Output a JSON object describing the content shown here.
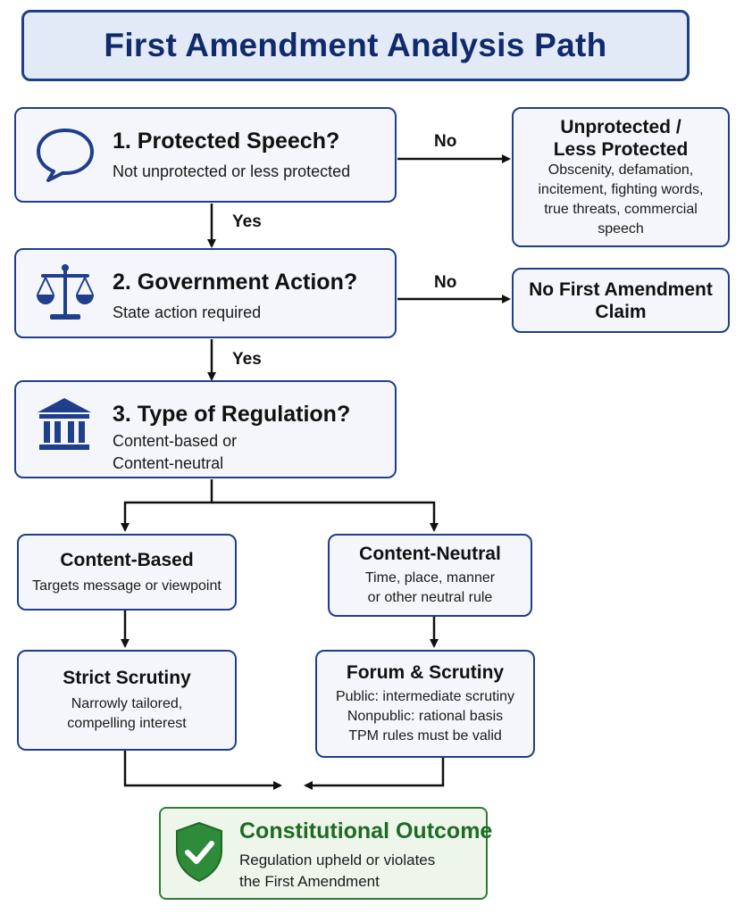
{
  "title": "First Amendment Analysis Path",
  "steps": [
    {
      "title": "1. Protected Speech?",
      "sub1": "Not unprotected or less protected",
      "sub2": ""
    },
    {
      "title": "2. Government Action?",
      "sub1": "State action required",
      "sub2": ""
    },
    {
      "title": "3. Type of Regulation?",
      "sub1": "Content-based or",
      "sub2": "Content-neutral"
    }
  ],
  "side": {
    "unprotected": {
      "title1": "Unprotected /",
      "title2": "Less Protected",
      "lines": [
        "Obscenity, defamation,",
        "incitement, fighting words,",
        "true threats, commercial",
        "speech"
      ]
    },
    "no_claim": {
      "title1": "No First Amendment",
      "title2": "Claim"
    }
  },
  "branches": {
    "content_based": {
      "title": "Content-Based",
      "lines": [
        "Targets message or viewpoint"
      ]
    },
    "content_neutral": {
      "title": "Content-Neutral",
      "lines": [
        "Time, place, manner",
        "or other neutral rule"
      ]
    },
    "strict": {
      "title": "Strict Scrutiny",
      "lines": [
        "Narrowly tailored,",
        "compelling interest"
      ]
    },
    "forum": {
      "title": "Forum & Scrutiny",
      "lines": [
        "Public: intermediate scrutiny",
        "Nonpublic: rational basis",
        "TPM rules must be valid"
      ]
    }
  },
  "outcome": {
    "title": "Constitutional Outcome",
    "lines": [
      "Regulation upheld or violates",
      "the First Amendment"
    ]
  },
  "labels": {
    "no": "No",
    "yes": "Yes"
  },
  "colors": {
    "navy": "#1f3f8a",
    "green": "#2f7d32",
    "box_fill": "#f4f6fb"
  },
  "icons": [
    "speech-bubble-icon",
    "scales-icon",
    "courthouse-icon",
    "shield-check-icon"
  ]
}
